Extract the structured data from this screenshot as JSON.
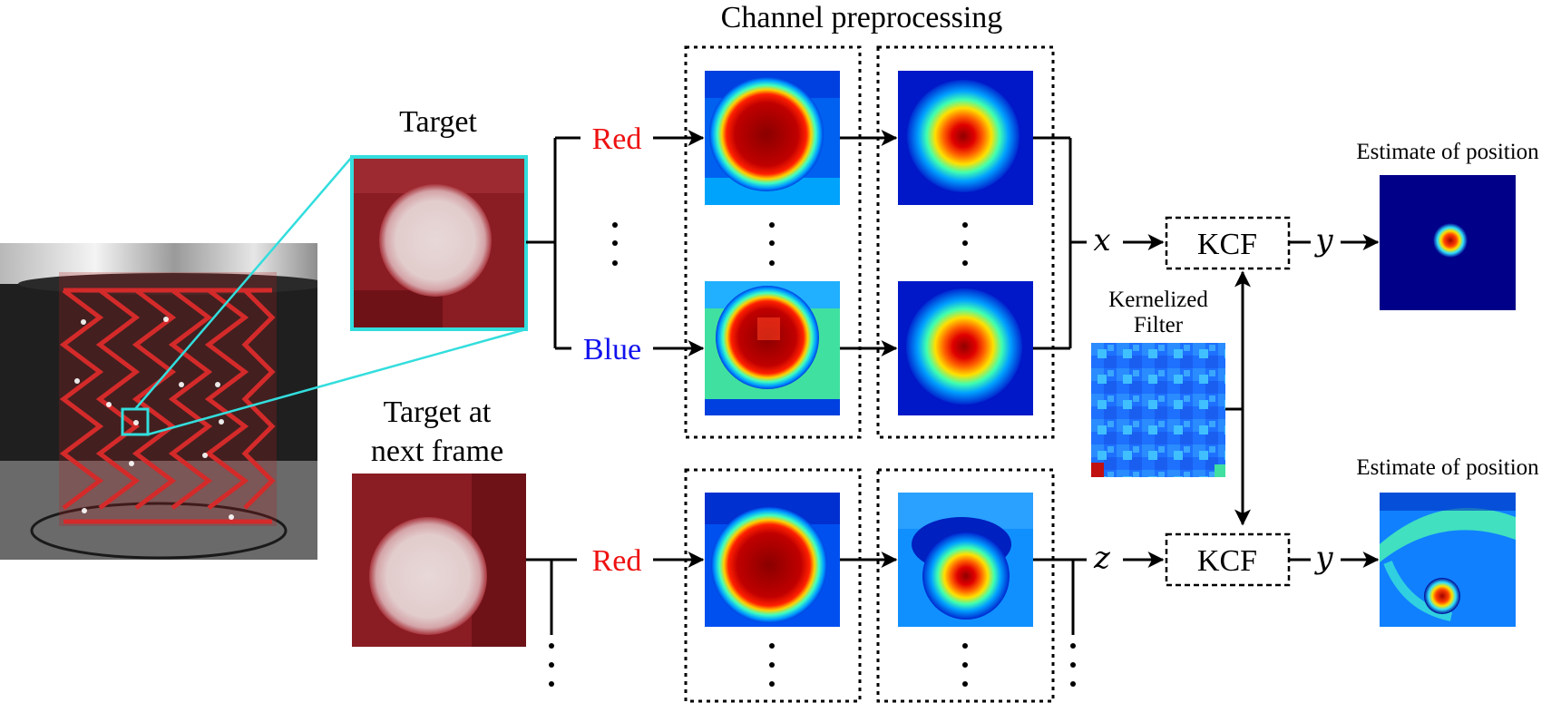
{
  "title": "Channel preprocessing",
  "labels": {
    "target": "Target",
    "target_next_1": "Target at",
    "target_next_2": "next frame",
    "red_top": "Red",
    "blue": "Blue",
    "red_bottom": "Red",
    "x": "x",
    "y_top": "y",
    "z": "z",
    "y_bottom": "y",
    "kcf_top": "KCF",
    "kcf_bottom": "KCF",
    "kernel_1": "Kernelized",
    "kernel_2": "Filter",
    "estimate_top": "Estimate of position",
    "estimate_bottom": "Estimate of position"
  },
  "colors": {
    "red_label": "#ee1111",
    "blue_label": "#1111ee",
    "zoom_outline": "#33dddd",
    "heat_dark": "#000080"
  }
}
